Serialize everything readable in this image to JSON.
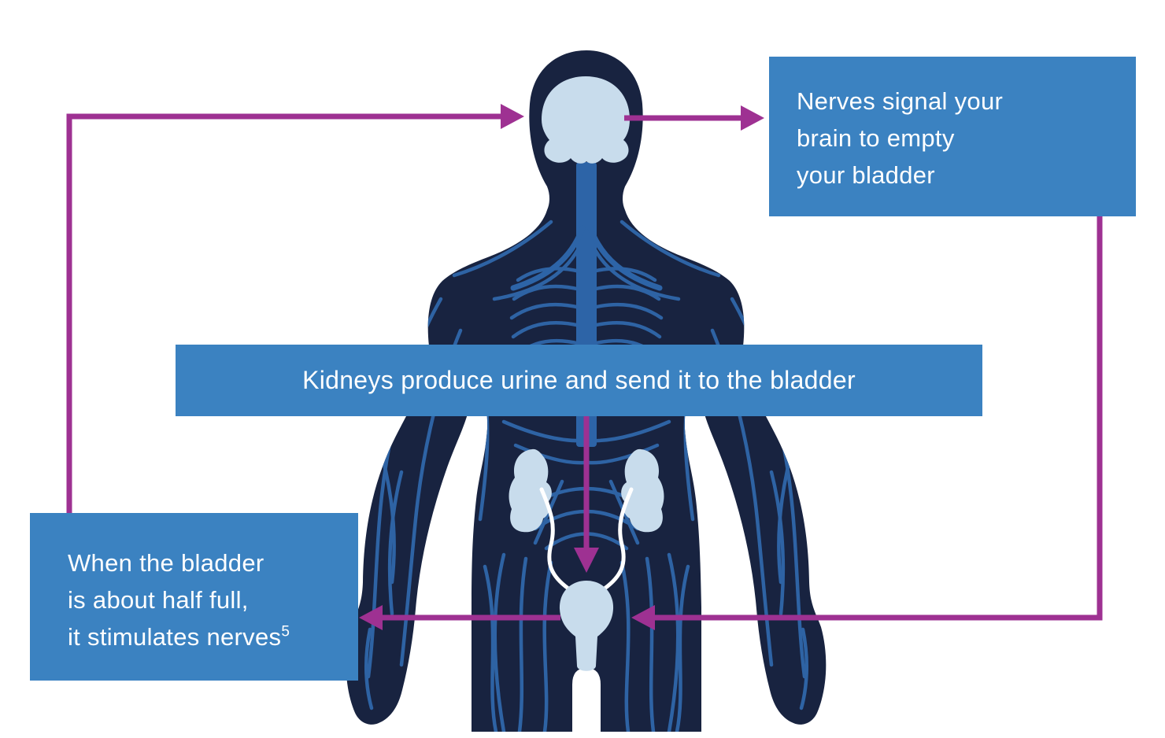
{
  "colors": {
    "background": "#ffffff",
    "box_blue": "#3b82c1",
    "body_navy": "#182340",
    "nerve_blue": "#2e63a4",
    "spine_blue": "#2d64a7",
    "organ_light_blue": "#c8dcec",
    "ureter_white": "#ffffff",
    "arrow_magenta": "#9e3192",
    "text_white": "#ffffff"
  },
  "boxes": {
    "brain_box": {
      "lines": [
        "Nerves signal your",
        "brain to empty",
        "your bladder"
      ]
    },
    "kidneys_banner": {
      "text": "Kidneys produce urine and send it to the bladder"
    },
    "bladder_box": {
      "lines": [
        "When the bladder",
        "is about half full,",
        "it stimulates nerves"
      ],
      "footnote_marker": "5"
    }
  }
}
